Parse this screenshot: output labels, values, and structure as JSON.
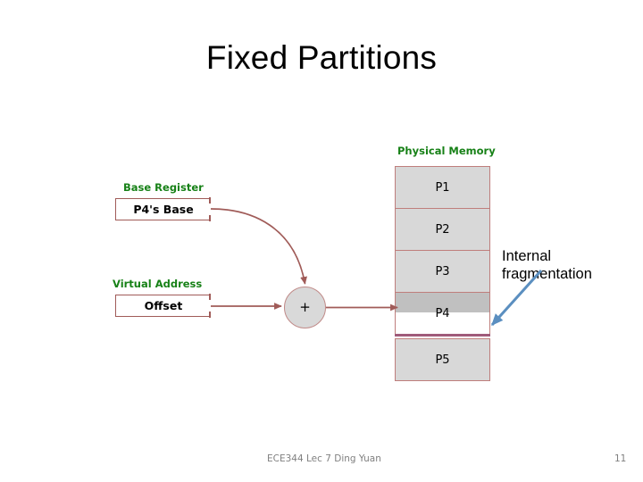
{
  "slide": {
    "title": "Fixed Partitions"
  },
  "base_register": {
    "caption": "Base Register",
    "value": "P4's Base"
  },
  "virtual_address": {
    "caption": "Virtual Address",
    "value": "Offset"
  },
  "adder": {
    "symbol": "+"
  },
  "physical_memory": {
    "caption": "Physical Memory",
    "blocks": [
      {
        "label": "P1"
      },
      {
        "label": "P2"
      },
      {
        "label": "P3"
      },
      {
        "label": "P4"
      },
      {
        "label": "P5"
      }
    ]
  },
  "annotation": {
    "internal_fragmentation_line1": "Internal",
    "internal_fragmentation_line2": "fragmentation"
  },
  "footer": {
    "credit": "ECE344 Lec 7 Ding Yuan",
    "page_number": "11"
  },
  "colors": {
    "caption_green": "#178117",
    "box_border_rose": "#a05b58",
    "arrow_rose": "#a05b58",
    "block_fill": "#d8d8d8",
    "block_border": "#bf7e7c",
    "p4_used_fill": "#c0c0c0",
    "p4_fragment_fill": "#ffffff",
    "callout_blue": "#5b8fc0",
    "footer_gray": "#808080"
  }
}
